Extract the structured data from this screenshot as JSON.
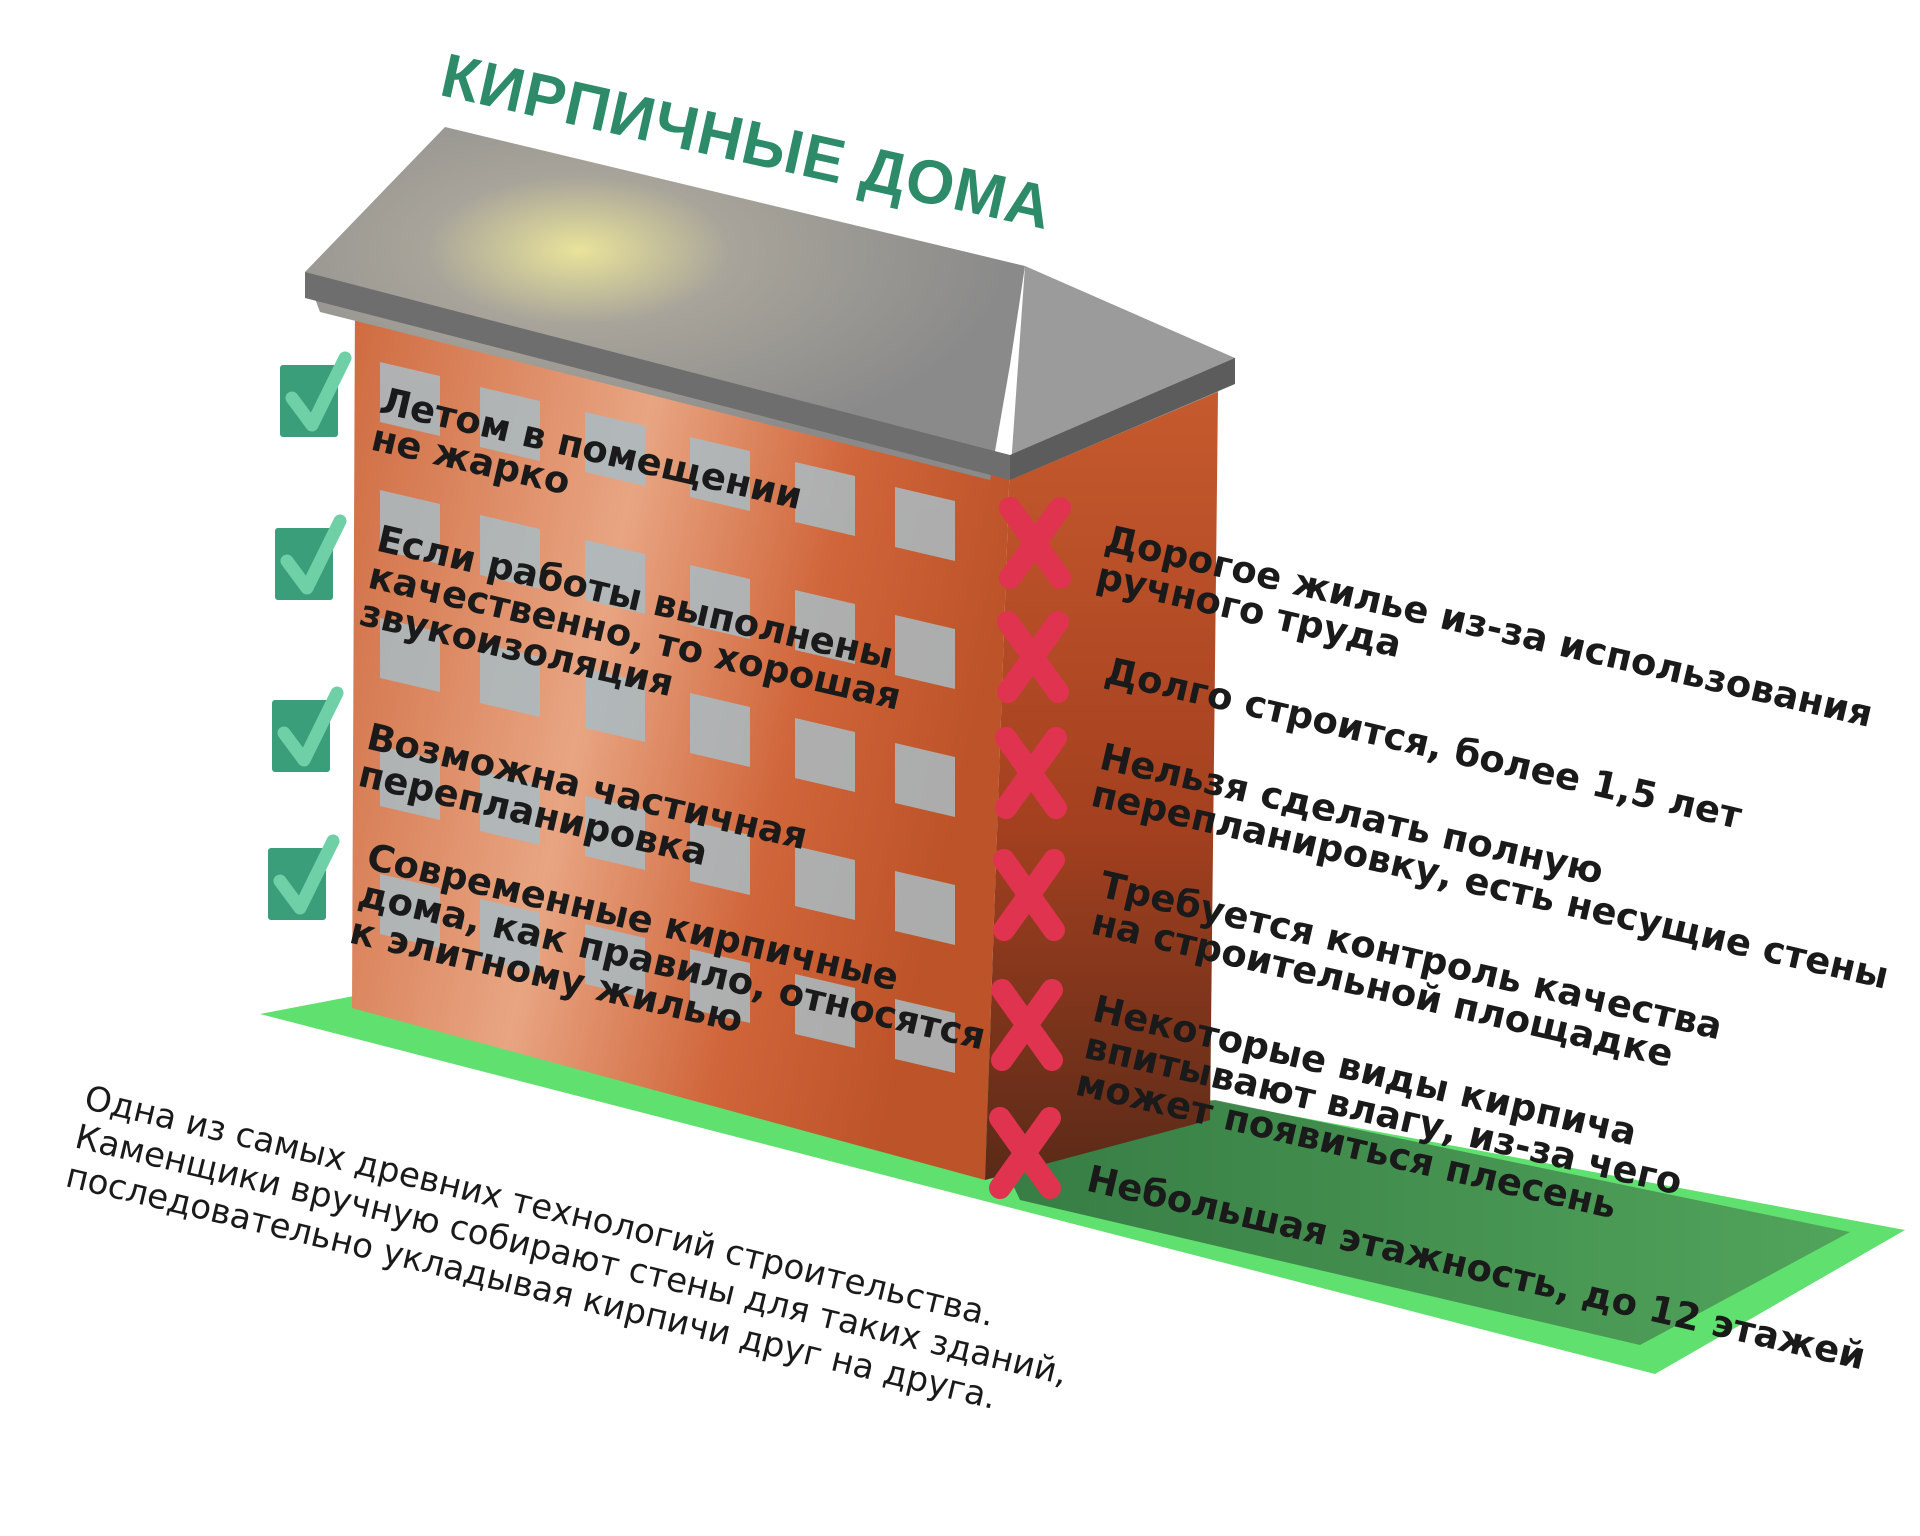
{
  "title": "КИРПИЧНЫЕ ДОМА",
  "pros": [
    {
      "lines": [
        "Летом в помещении",
        "не жарко"
      ]
    },
    {
      "lines": [
        "Если работы выполнены",
        "качественно, то хорошая",
        "звукоизоляция"
      ]
    },
    {
      "lines": [
        "Возможна частичная",
        "перепланировка"
      ]
    },
    {
      "lines": [
        "Современные кирпичные",
        "дома, как правило, относятся",
        "к элитному жилью"
      ]
    }
  ],
  "cons": [
    {
      "lines": [
        "Дорогое жилье из-за использования",
        "ручного труда"
      ]
    },
    {
      "lines": [
        "Долго строится, более 1,5 лет"
      ]
    },
    {
      "lines": [
        "Нельзя сделать полную",
        "перепланировку, есть несущие стены"
      ]
    },
    {
      "lines": [
        "Требуется контроль качества",
        "на строительной площадке"
      ]
    },
    {
      "lines": [
        "Некоторые виды кирпича",
        "впитывают влагу, из-за чего",
        "может появиться плесень"
      ]
    },
    {
      "lines": [
        "Небольшая этажность, до 12 этажей"
      ]
    }
  ],
  "description": [
    "Одна из самых древних технологий строительства.",
    "Каменщики вручную собирают стены для таких зданий,",
    "последовательно укладывая кирпичи друг на друга."
  ],
  "colors": {
    "title": "#2e8b6a",
    "check": "#3a9e7a",
    "cross": "#e0334f",
    "ground": "#5fe06f",
    "brick_front": "#d4683e",
    "brick_side": "#b44a24",
    "roof": "#8f8f8f"
  },
  "icons": {
    "pro": "check-icon",
    "con": "cross-icon"
  }
}
